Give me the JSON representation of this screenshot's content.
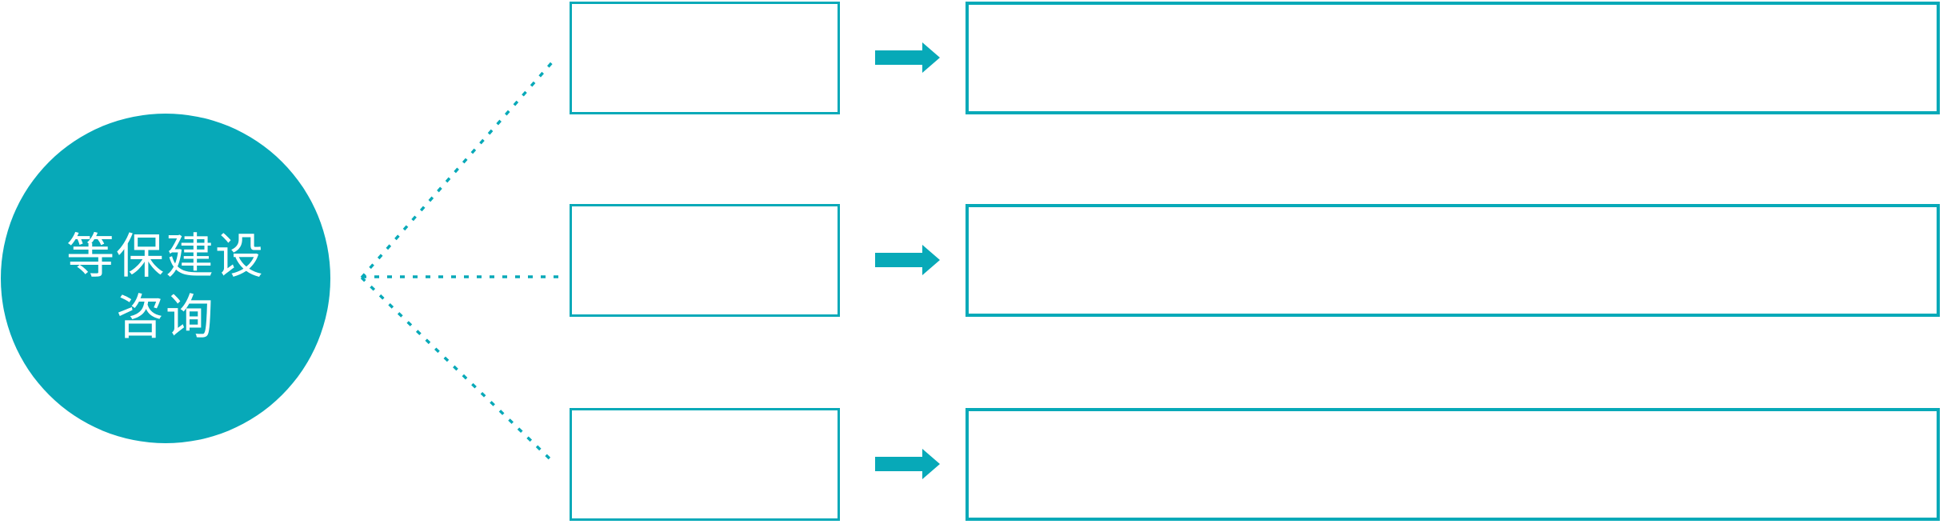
{
  "diagram": {
    "title": "等保建设咨询",
    "circle": {
      "line1": "等保建设",
      "line2": "咨询"
    },
    "colors": {
      "teal": "#07a9b8",
      "text": "#ffffff",
      "background": "#ffffff"
    },
    "rows": [
      {
        "small_box_text": "",
        "large_box_text": ""
      },
      {
        "small_box_text": "",
        "large_box_text": ""
      },
      {
        "small_box_text": "",
        "large_box_text": ""
      }
    ],
    "icons": {
      "arrow": "right-block-arrow-icon",
      "connector": "dotted-connector-line"
    }
  }
}
